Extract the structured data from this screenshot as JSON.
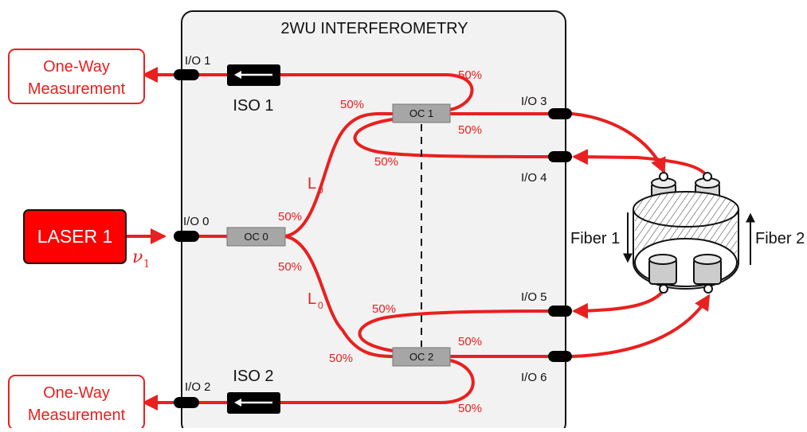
{
  "title": "2WU INTERFEROMETRY",
  "ports": {
    "io0": "I/O 0",
    "io1": "I/O 1",
    "io2": "I/O 2",
    "io3": "I/O 3",
    "io4": "I/O 4",
    "io5": "I/O 5",
    "io6": "I/O 6"
  },
  "isolators": {
    "iso1": "ISO 1",
    "iso2": "ISO 2"
  },
  "couplers": {
    "oc0": "OC 0",
    "oc1": "OC 1",
    "oc2": "OC 2"
  },
  "laser": {
    "label": "LASER 1",
    "nu": "ν",
    "nu_sub": "1"
  },
  "measurement_top": {
    "line1": "One-Way",
    "line2": "Measurement"
  },
  "measurement_bottom": {
    "line1": "One-Way",
    "line2": "Measurement"
  },
  "arm_label": {
    "L": "L",
    "sub": "0"
  },
  "ratios": {
    "oc0_top": "50%",
    "oc0_bottom": "50%",
    "oc1_left": "50%",
    "oc1_top_right": "50%",
    "oc1_bottom_right": "50%",
    "oc1_bottom_left": "50%",
    "oc2_upper_left": "50%",
    "oc2_left": "50%",
    "oc2_top_right": "50%",
    "oc2_bottom_right": "50%"
  },
  "fibers": {
    "fiber1": "Fiber 1",
    "fiber2": "Fiber 2"
  },
  "colors": {
    "fiber_red": "#e8201f",
    "laser_red": "#ff0000",
    "panel": "#f2f2f2",
    "coupler": "#a6a6a6"
  }
}
